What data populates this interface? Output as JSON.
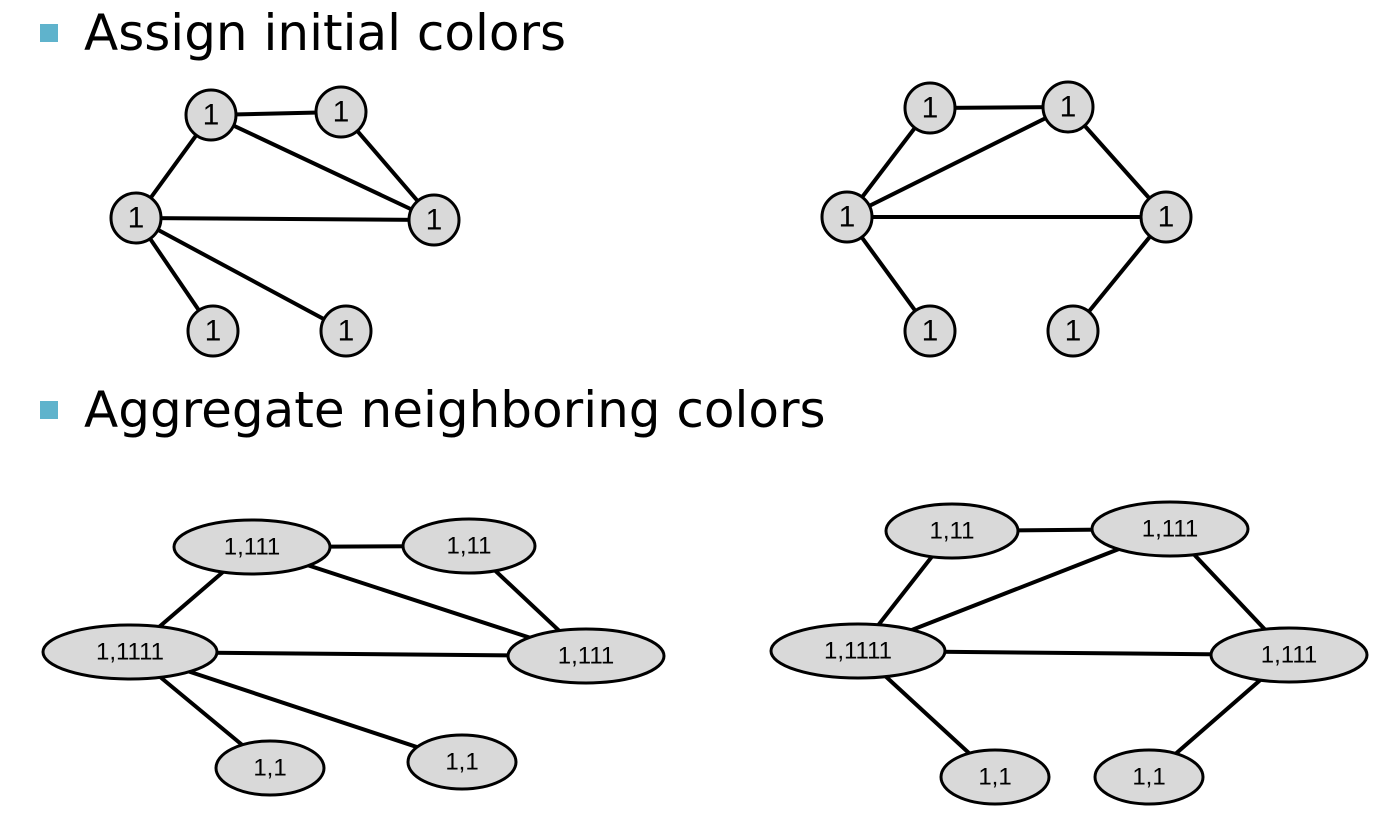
{
  "bullets": [
    {
      "text": "Assign initial colors"
    },
    {
      "text": "Aggregate neighboring colors"
    }
  ],
  "colors": {
    "bullet": "#5fb3cc",
    "node_fill": "#d9d9d9",
    "stroke": "#000000"
  },
  "graphs": [
    {
      "id": "g1-initial",
      "shape": "circle",
      "nodes": [
        {
          "id": "a",
          "label": "1"
        },
        {
          "id": "b",
          "label": "1"
        },
        {
          "id": "c",
          "label": "1"
        },
        {
          "id": "d",
          "label": "1"
        },
        {
          "id": "e",
          "label": "1"
        },
        {
          "id": "f",
          "label": "1"
        }
      ],
      "edges": [
        [
          "a",
          "b"
        ],
        [
          "a",
          "c"
        ],
        [
          "a",
          "d"
        ],
        [
          "b",
          "d"
        ],
        [
          "c",
          "d"
        ],
        [
          "c",
          "e"
        ],
        [
          "c",
          "f"
        ]
      ]
    },
    {
      "id": "g2-initial",
      "shape": "circle",
      "nodes": [
        {
          "id": "a",
          "label": "1"
        },
        {
          "id": "b",
          "label": "1"
        },
        {
          "id": "c",
          "label": "1"
        },
        {
          "id": "d",
          "label": "1"
        },
        {
          "id": "e",
          "label": "1"
        },
        {
          "id": "f",
          "label": "1"
        }
      ],
      "edges": [
        [
          "a",
          "b"
        ],
        [
          "a",
          "c"
        ],
        [
          "b",
          "c"
        ],
        [
          "b",
          "d"
        ],
        [
          "c",
          "d"
        ],
        [
          "c",
          "e"
        ],
        [
          "d",
          "f"
        ]
      ]
    },
    {
      "id": "g1-aggregated",
      "shape": "ellipse",
      "nodes": [
        {
          "id": "a",
          "label": "1,111"
        },
        {
          "id": "b",
          "label": "1,11"
        },
        {
          "id": "c",
          "label": "1,1111"
        },
        {
          "id": "d",
          "label": "1,111"
        },
        {
          "id": "e",
          "label": "1,1"
        },
        {
          "id": "f",
          "label": "1,1"
        }
      ],
      "edges": [
        [
          "a",
          "b"
        ],
        [
          "a",
          "c"
        ],
        [
          "a",
          "d"
        ],
        [
          "b",
          "d"
        ],
        [
          "c",
          "d"
        ],
        [
          "c",
          "e"
        ],
        [
          "c",
          "f"
        ]
      ]
    },
    {
      "id": "g2-aggregated",
      "shape": "ellipse",
      "nodes": [
        {
          "id": "a",
          "label": "1,11"
        },
        {
          "id": "b",
          "label": "1,111"
        },
        {
          "id": "c",
          "label": "1,1111"
        },
        {
          "id": "d",
          "label": "1,111"
        },
        {
          "id": "e",
          "label": "1,1"
        },
        {
          "id": "f",
          "label": "1,1"
        }
      ],
      "edges": [
        [
          "a",
          "b"
        ],
        [
          "a",
          "c"
        ],
        [
          "b",
          "c"
        ],
        [
          "b",
          "d"
        ],
        [
          "c",
          "d"
        ],
        [
          "c",
          "e"
        ],
        [
          "d",
          "f"
        ]
      ]
    }
  ]
}
